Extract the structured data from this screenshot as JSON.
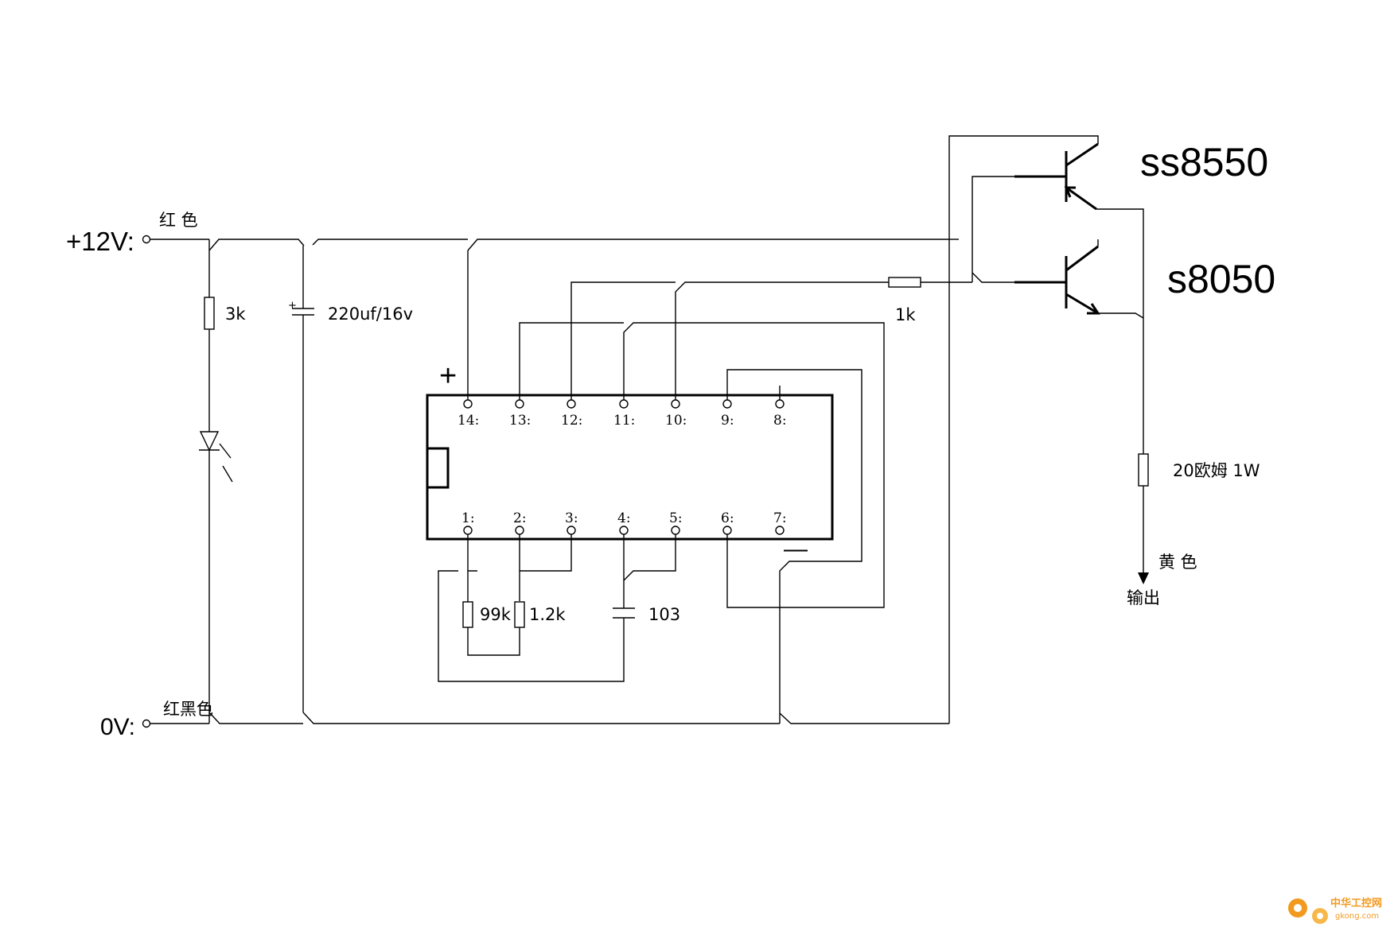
{
  "terminals": {
    "positive": "+12V:",
    "negative": "0V:",
    "positive_wire_color": "红 色",
    "negative_wire_color": "红黑色"
  },
  "components": {
    "r_led": "3k",
    "capacitor": "220uf/16v",
    "r_99k": "99k",
    "r_1_2k": "1.2k",
    "c_timing": "103",
    "r_base": "1k",
    "r_load": "20欧姆 1W",
    "pnp_transistor": "ss8550",
    "npn_transistor": "s8050",
    "cap_plus_mark": "+"
  },
  "ic": {
    "top_pins": [
      "14:",
      "13:",
      "12:",
      "11:",
      "10:",
      "9:",
      "8:"
    ],
    "bottom_pins": [
      "1:",
      "2:",
      "3:",
      "4:",
      "5:",
      "6:",
      "7:"
    ],
    "plus_mark": "+",
    "minus_mark": "—"
  },
  "output": {
    "wire_color": "黄 色",
    "label": "输出"
  },
  "watermark": {
    "text": "中华工控网",
    "url_text": "gkong.com"
  },
  "colors": {
    "line": "#000000",
    "background": "#ffffff",
    "watermark": "#f29a1f"
  }
}
